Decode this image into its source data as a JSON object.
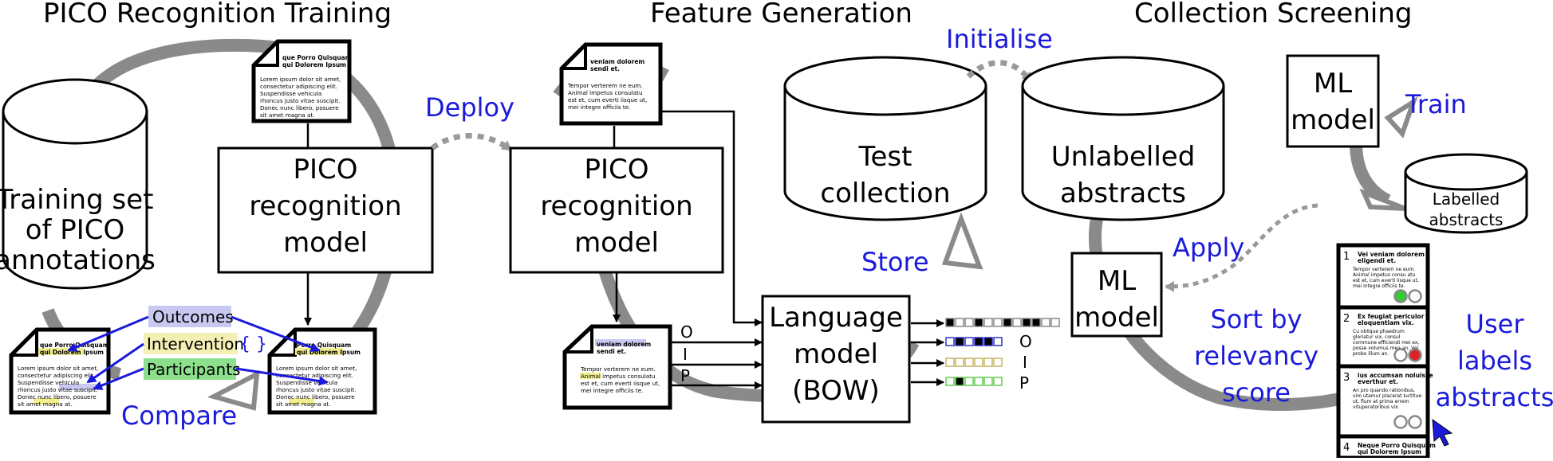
{
  "sections": {
    "pico_training": "PICO Recognition Training",
    "feature_generation": "Feature Generation",
    "collection_screening": "Collection Screening"
  },
  "labels": {
    "deploy": "Deploy",
    "initialise": "Initialise",
    "store": "Store",
    "apply": "Apply",
    "train": "Train",
    "compare": "Compare",
    "sort_by": "Sort by",
    "relevancy": "relevancy",
    "score": "score",
    "user": "User",
    "labels_word": "labels",
    "abstracts_word": "abstracts"
  },
  "training_set": [
    "Training set",
    "of PICO",
    "annotations"
  ],
  "pico_model": [
    "PICO",
    "recognition",
    "model"
  ],
  "test_collection": [
    "Test",
    "collection"
  ],
  "unlabelled": [
    "Unlabelled",
    "abstracts"
  ],
  "labelled": [
    "Labelled",
    "abstracts"
  ],
  "ml_model": [
    "ML",
    "model"
  ],
  "language_model": [
    "Language",
    "model",
    "(BOW)"
  ],
  "tags": {
    "outcomes": "Outcomes",
    "intervention": "Intervention",
    "braces": "{ }",
    "participants": "Participants"
  },
  "oip": [
    "O",
    "I",
    "P"
  ],
  "docs": {
    "doc_a_title": [
      "que Porro Quisquam",
      "qui Dolorem Ipsum"
    ],
    "doc_a_body": [
      "Lorem ipsum dolor sit amet,",
      "consectetur adipiscing elit.",
      "Suspendisse vehicula",
      "rhoncus justo vitae suscipit.",
      "Donec nunc libero, posuere",
      "sit amet magna at."
    ],
    "doc_b_title": [
      "veniam dolorem",
      "sendi et."
    ],
    "doc_b_body": [
      "Tempor verterem ne eum.",
      "Animal impetus consulatu",
      "est et, cum everti iisque ut,",
      "mei integre officiis te."
    ],
    "doc_c_title": [
      "Porro Quisquam",
      "qui Dolorem Ipsum"
    ],
    "doc_d_title": [
      "Neque Porro Quisquam",
      "qui Dolorem Ipsum"
    ]
  },
  "ranked": [
    {
      "num": "1",
      "title": [
        "Vei veniam dolorem",
        "eligendi et."
      ],
      "body": [
        "Tempor verterem ne eum.",
        "Animal impetus consu atu",
        "est et, cum everti iisque ut,",
        "mei integre officiis te."
      ]
    },
    {
      "num": "2",
      "title": [
        "Ex feugiat periculor",
        "eloquentiam vix."
      ],
      "body": [
        "Cu oblique phaedrum",
        "gloriatur vix, consul",
        "commune efficiendi mei ex,",
        "posse volumus mea an. Vel",
        "probo illum an."
      ]
    },
    {
      "num": "3",
      "title": [
        "ius accumsan noluisse",
        "everthur et."
      ],
      "body": [
        "An pro quando rationibus,",
        "vim utamur placerat luctitue",
        "ut, flum at prima errem",
        "vituperatoribus vix."
      ]
    },
    {
      "num": "4",
      "title": [
        "Neque Porro Quisquam",
        "qui Dolorem Ipsum"
      ],
      "body": []
    }
  ],
  "colors": {
    "arc": "#888888",
    "blue_text": "#1a1adc",
    "outcomes_bg": "#c8c8f0",
    "intervention_bg": "#f4f0b4",
    "participants_bg": "#8ce08c",
    "highlight_yellow": "#f2ef8e",
    "bow_blue": "#3232c8",
    "bow_yellow": "#c8b464",
    "bow_green": "#64c850",
    "dot_green": "#33cc33",
    "dot_red": "#dd2222"
  }
}
